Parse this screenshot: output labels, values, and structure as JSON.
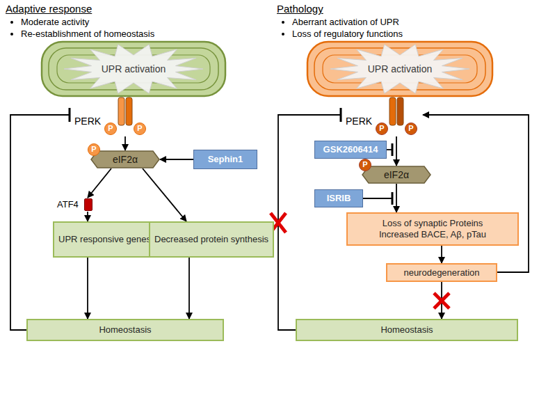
{
  "diagram": {
    "nodes": [
      {
        "text": [
          "UPR activation"
        ]
      },
      {
        "text": [
          "PERK"
        ]
      },
      {
        "text": [
          "P"
        ],
        "in": 1
      },
      {
        "text": [
          "P"
        ],
        "in": 1
      },
      {
        "text": [
          "eIF2α"
        ]
      },
      {
        "text": [
          "P"
        ],
        "in": 4
      },
      {
        "text": [
          "Sephin1"
        ]
      },
      {
        "text": [
          "ATF4"
        ]
      },
      {
        "text": [
          "UPR responsive genes"
        ]
      },
      {
        "text": [
          "Decreased protein synthesis"
        ]
      },
      {
        "text": [
          "Homeostasis"
        ]
      },
      {
        "text": [
          "UPR activation"
        ]
      },
      {
        "text": [
          "PERK"
        ]
      },
      {
        "text": [
          "P"
        ],
        "in": 12
      },
      {
        "text": [
          "P"
        ],
        "in": 12
      },
      {
        "text": [
          "GSK2606414"
        ]
      },
      {
        "text": [
          "eIF2α"
        ]
      },
      {
        "text": [
          "P"
        ],
        "in": 16
      },
      {
        "text": [
          "ISRIB"
        ]
      },
      {
        "text": [
          "Loss of synaptic Proteins Increased BACE, Aβ, pTau"
        ]
      },
      {
        "text": [
          "neurodegeneration"
        ]
      },
      {
        "text": [
          "Homeostasis"
        ]
      }
    ],
    "edges": [
      {
        "from": 1,
        "to": 4,
        "arrow": "to"
      },
      {
        "from": 6,
        "to": 4,
        "arrow": "to"
      },
      {
        "from": 4,
        "to": 7,
        "arrow": "to"
      },
      {
        "from": 4,
        "to": 9,
        "arrow": "to"
      },
      {
        "from": 7,
        "to": 8,
        "arrow": "to"
      },
      {
        "from": 8,
        "to": 10,
        "arrow": "to"
      },
      {
        "from": 9,
        "to": 10,
        "arrow": "to"
      },
      {
        "from": 10,
        "to": 1,
        "arrow": "to"
      },
      {
        "from": 12,
        "to": 16,
        "arrow": "to"
      },
      {
        "from": 16,
        "to": 19,
        "arrow": "to"
      },
      {
        "from": 19,
        "to": 20,
        "arrow": "to"
      },
      {
        "from": 20,
        "to": 21,
        "arrow": "to"
      },
      {
        "from": 20,
        "to": 12,
        "arrow": "to"
      },
      {
        "from": 21,
        "to": 12,
        "arrow": "to"
      }
    ],
    "labels": [
      "Adaptive response",
      "Moderate activity",
      "Re-establishment of homeostasis",
      "Pathology",
      "Aberrant activation of UPR",
      "Loss of regulatory functions"
    ]
  }
}
